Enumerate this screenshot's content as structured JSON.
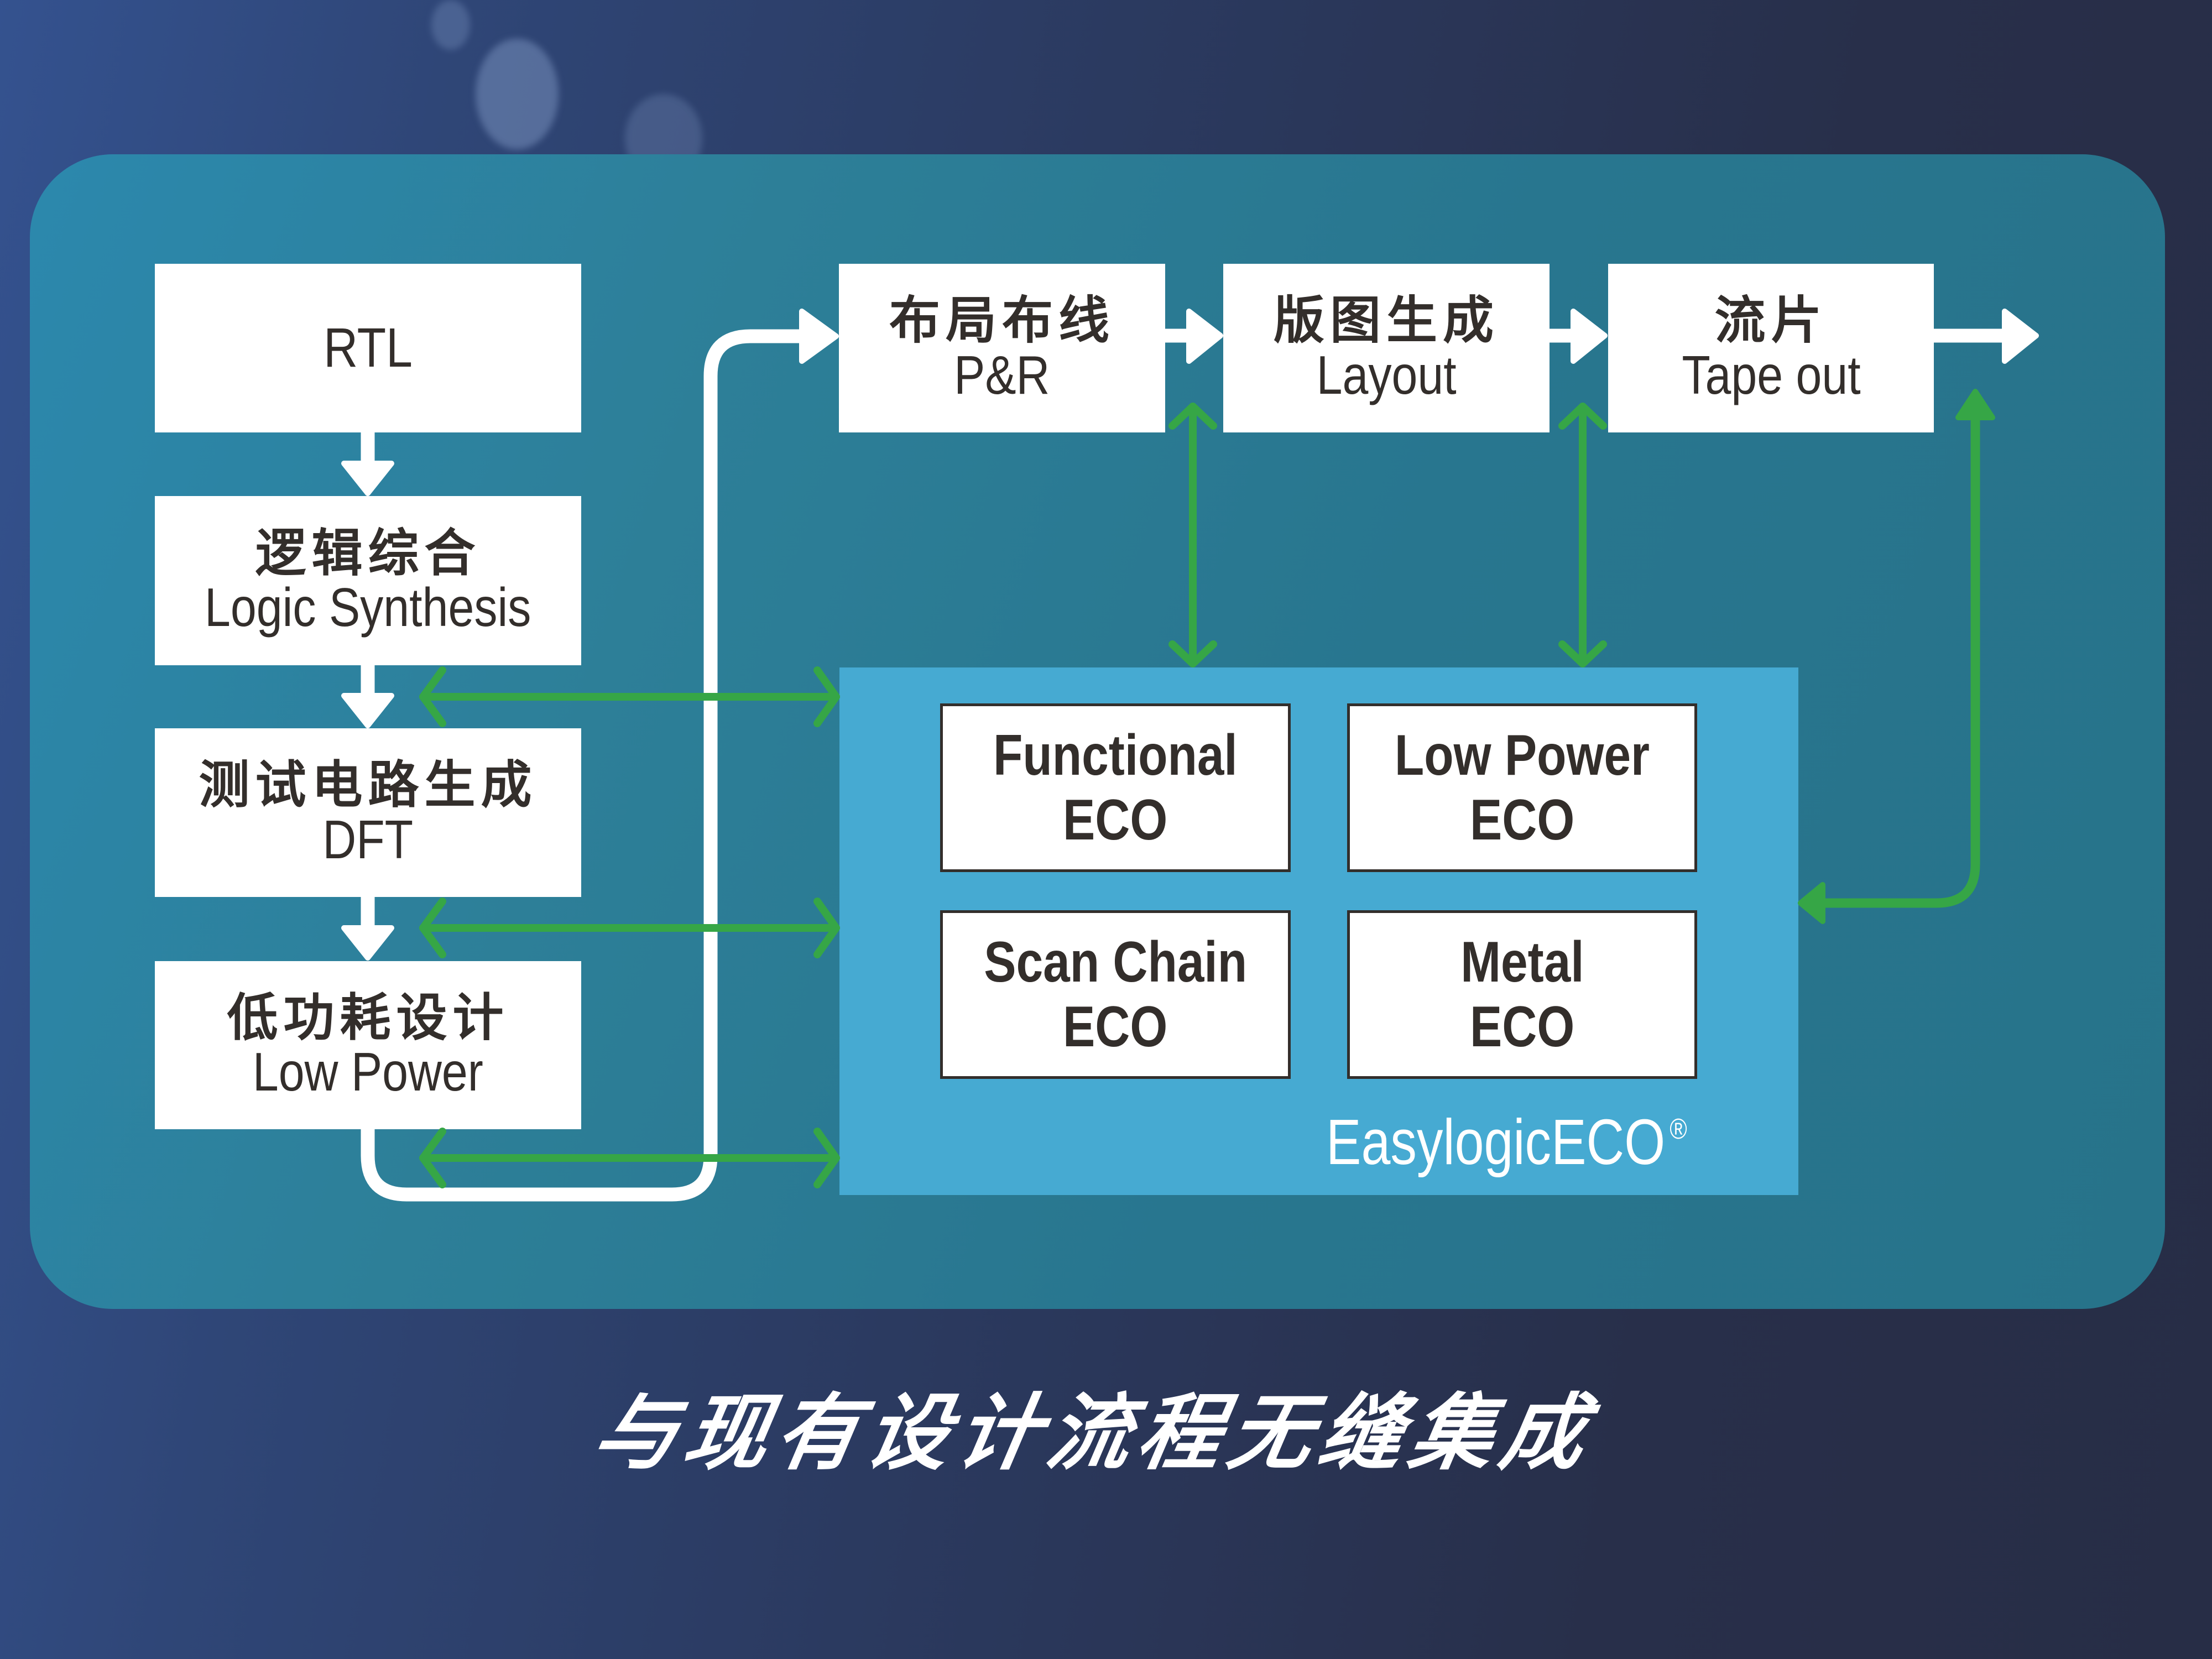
{
  "flow": {
    "left_column": [
      {
        "zh": "",
        "en": "RTL"
      },
      {
        "zh": "逻辑综合",
        "en": "Logic Synthesis"
      },
      {
        "zh": "测试电路生成",
        "en": "DFT"
      },
      {
        "zh": "低功耗设计",
        "en": "Low Power"
      }
    ],
    "top_row": [
      {
        "zh": "布局布线",
        "en": "P&R"
      },
      {
        "zh": "版图生成",
        "en": "Layout"
      },
      {
        "zh": "流片",
        "en": "Tape out"
      }
    ]
  },
  "eco_tool": {
    "brand": "EasylogicECO",
    "brand_mark": "®",
    "modules": [
      {
        "line1": "Functional",
        "line2": "ECO"
      },
      {
        "line1": "Low Power",
        "line2": "ECO"
      },
      {
        "line1": "Scan Chain",
        "line2": "ECO"
      },
      {
        "line1": "Metal",
        "line2": "ECO"
      }
    ]
  },
  "caption": "与现有设计流程无缝集成",
  "colors": {
    "background": "#282f4a",
    "panel": "#27738a",
    "eco_panel": "#46aad2",
    "flow_arrow": "#ffffff",
    "eco_arrow": "#36a646",
    "text_dark": "#332e2b"
  }
}
